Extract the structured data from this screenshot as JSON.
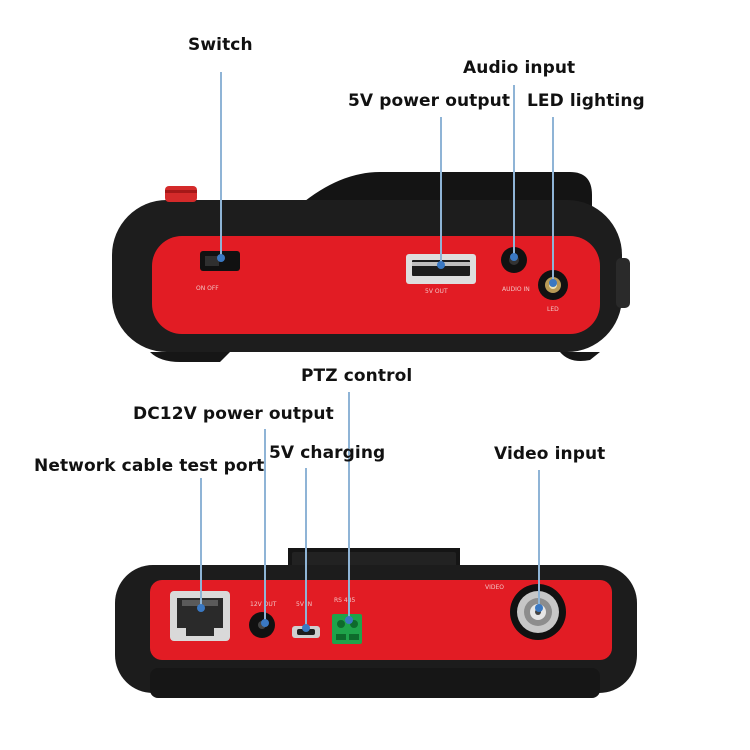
{
  "callouts": {
    "switch": "Switch",
    "audio_input": "Audio input",
    "power_output_5v": "5V power output",
    "led_lighting": "LED lighting",
    "ptz_control": "PTZ control",
    "dc12v_output": "DC12V power output",
    "charging_5v": "5V charging",
    "network_port": "Network cable test port",
    "video_input": "Video input"
  },
  "panel_marks": {
    "on_off": "ON OFF",
    "out_5v": "5V OUT",
    "audio_in": "AUDIO IN",
    "led": "LED",
    "out_12v": "12V OUT",
    "in_5v": "5V IN",
    "rs485": "RS 485",
    "video": "VIDEO"
  },
  "colors": {
    "panel_red": "#e21c24",
    "body_black": "#1b1b1b",
    "leader_line": "#8fb4d6",
    "leader_dot": "#3a78c2"
  }
}
